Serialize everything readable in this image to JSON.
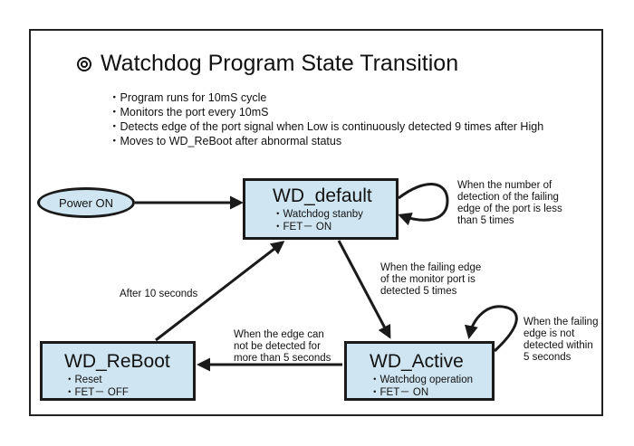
{
  "title": "Watchdog Program State Transition",
  "notes": [
    "Program runs for 10mS cycle",
    "Monitors the port every 10mS",
    "Detects edge of the port signal when Low is continuously detected 9 times after High",
    "Moves to WD_ReBoot after abnormal status"
  ],
  "start": {
    "label": "Power ON"
  },
  "states": {
    "default": {
      "name": "WD_default",
      "attrs": [
        "Watchdog stanby",
        "FET－ ON"
      ]
    },
    "active": {
      "name": "WD_Active",
      "attrs": [
        "Watchdog operation",
        "FET－ ON"
      ]
    },
    "reboot": {
      "name": "WD_ReBoot",
      "attrs": [
        "Reset",
        "FET－ OFF"
      ]
    }
  },
  "transitions": {
    "loop_default": "When the number of\ndetection of the failing\nedge of the port is less\nthan 5 times",
    "default_to_active": "When the failing edge\nof the monitor port is\ndetected 5 times",
    "loop_active": "When the failing\nedge is not\ndetected within\n5 seconds",
    "active_to_reboot": "When the edge can\nnot be detected for\nmore than 5 seconds",
    "reboot_to_default": "After 10 seconds"
  }
}
